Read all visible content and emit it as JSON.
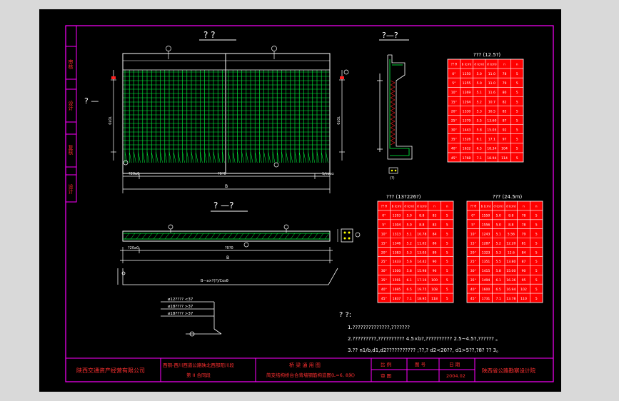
{
  "side_labels": [
    "审核",
    "设计",
    "复核",
    "设计"
  ],
  "plan_view_title": "? ?",
  "plan_section_marker": "? —",
  "plan_dims": {
    "total": "B",
    "left": "?20a0",
    "right": "1/cosα",
    "mid": "?0?0"
  },
  "section_view_title": "? —?",
  "section_dims": {
    "total": "B",
    "left": "?20a0",
    "mid": "?0?0",
    "bar": "B—a×?(?)/Cosθ"
  },
  "detail_view_title": "?—?",
  "detail_label": "(?)",
  "legend_lines": [
    "ø12???? <37",
    "ø18???? >37",
    "ø18???? >37"
  ],
  "table_headers": [
    "?? θ",
    "b (cm)",
    "d (cm)",
    "d (cm)",
    "n",
    "n"
  ],
  "tables": [
    {
      "title": "??? (12.5?)",
      "rows": [
        [
          "0°",
          "1250",
          "5.0",
          "11.0",
          "78",
          "5"
        ],
        [
          "5°",
          "1255",
          "5.0",
          "11.0",
          "79",
          "5"
        ],
        [
          "10°",
          "1269",
          "5.1",
          "11.6",
          "80",
          "5"
        ],
        [
          "15°",
          "1294",
          "5.2",
          "10.7",
          "82",
          "5"
        ],
        [
          "20°",
          "1330",
          "5.3",
          "16.5",
          "85",
          "5"
        ],
        [
          "25°",
          "1379",
          "5.5",
          "13.60",
          "87",
          "5"
        ],
        [
          "30°",
          "1443",
          "5.8",
          "15.05",
          "92",
          "5"
        ],
        [
          "35°",
          "1526",
          "6.1",
          "17.1",
          "97",
          "5"
        ],
        [
          "40°",
          "1632",
          "6.5",
          "18.34",
          "104",
          "5"
        ],
        [
          "45°",
          "1768",
          "7.1",
          "18.94",
          "114",
          "5"
        ]
      ]
    },
    {
      "title": "??? (13?226?)",
      "rows": [
        [
          "0°",
          "1293",
          "5.0",
          "8.8",
          "83",
          "5"
        ],
        [
          "5°",
          "1304",
          "5.0",
          "8.8",
          "83",
          "5"
        ],
        [
          "10°",
          "1313",
          "5.1",
          "10.78",
          "84",
          "5"
        ],
        [
          "15°",
          "1346",
          "5.2",
          "11.02",
          "86",
          "5"
        ],
        [
          "20°",
          "1383",
          "5.3",
          "13.05",
          "89",
          "5"
        ],
        [
          "25°",
          "1433",
          "5.6",
          "14.42",
          "90",
          "5"
        ],
        [
          "30°",
          "1500",
          "5.8",
          "15.98",
          "96",
          "5"
        ],
        [
          "35°",
          "1591",
          "6.1",
          "17.16",
          "100",
          "5"
        ],
        [
          "40°",
          "1695",
          "6.5",
          "19.75",
          "108",
          "5"
        ],
        [
          "45°",
          "1837",
          "7.1",
          "18.95",
          "118",
          "5"
        ]
      ]
    },
    {
      "title": "??? (24.5m)",
      "rows": [
        [
          "0°",
          "1550",
          "5.0",
          "8.8",
          "78",
          "5"
        ],
        [
          "5°",
          "1556",
          "5.0",
          "8.8",
          "78",
          "5"
        ],
        [
          "10°",
          "1243",
          "5.1",
          "5.56",
          "79",
          "5"
        ],
        [
          "15°",
          "1287",
          "5.2",
          "12.20",
          "81",
          "5"
        ],
        [
          "20°",
          "1323",
          "5.3",
          "12.6",
          "84",
          "5"
        ],
        [
          "25°",
          "1351",
          "5.5",
          "13.80",
          "87",
          "5"
        ],
        [
          "30°",
          "1415",
          "5.8",
          "15.00",
          "90",
          "5"
        ],
        [
          "35°",
          "1494",
          "6.1",
          "16.36",
          "95",
          "5"
        ],
        [
          "40°",
          "1600",
          "6.5",
          "16.94",
          "102",
          "5"
        ],
        [
          "45°",
          "1731",
          "7.1",
          "13.78",
          "110",
          "5"
        ]
      ]
    }
  ],
  "notes": {
    "heading": "? ?:",
    "lines": [
      "1.??????????????,???????",
      "2.?????????,??????????     4.5×b?,??????????   2.5~4.5?,??????  。",
      "3.?? n1/b,d1,d2???????????      ;??,? d2<20??, d1>5??,?8? ?? 3。"
    ]
  },
  "title_block": {
    "company": "陕西交通资产经营有限公司",
    "project_line1": "西铜-西川西道公路陕北西部阳川段",
    "project_line2": "第 II 合同段",
    "drawing_line1": "桥 梁 通 用 图",
    "drawing_line2": "简支结构桥台合背墙钢筋构造图(L=6, 8米)",
    "label_scale": "比 例",
    "label_drawing_no": "图 号",
    "label_date": "日 期",
    "label_review": "审 图",
    "date": "2004.02",
    "institute": "陕西省公路勘察设计院"
  }
}
